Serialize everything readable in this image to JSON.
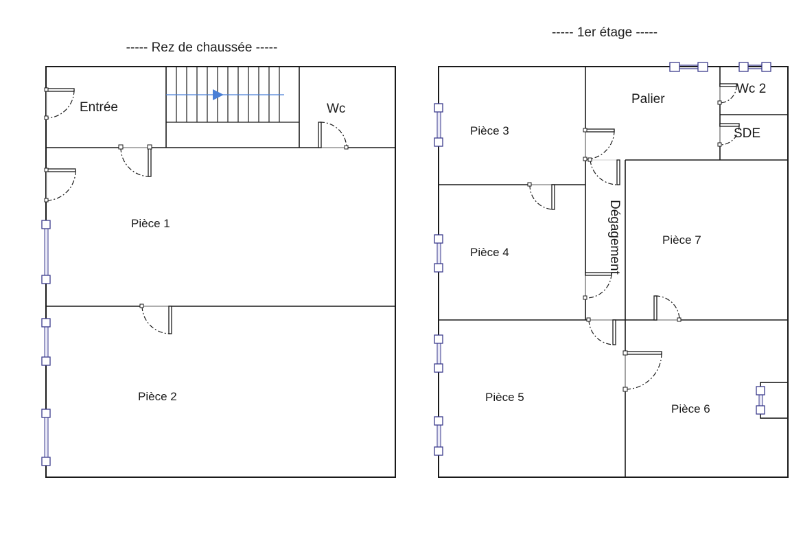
{
  "floors": [
    {
      "title": "----- Rez de chaussée -----",
      "rooms": [
        "Entrée",
        "Wc",
        "Pièce 1",
        "Pièce 2"
      ]
    },
    {
      "title": "----- 1er étage -----",
      "rooms": [
        "Palier",
        "Wc 2",
        "SDE",
        "Pièce 3",
        "Pièce 4",
        "Dégagement",
        "Pièce 7",
        "Pièce 5",
        "Pièce 6"
      ]
    }
  ],
  "colors": {
    "walls": "#1a1a1a",
    "windows": "#3a3a8c",
    "stair_arrow": "#4a7fd6"
  },
  "icons": [
    "door-icon",
    "window-icon",
    "stair-direction-icon"
  ]
}
